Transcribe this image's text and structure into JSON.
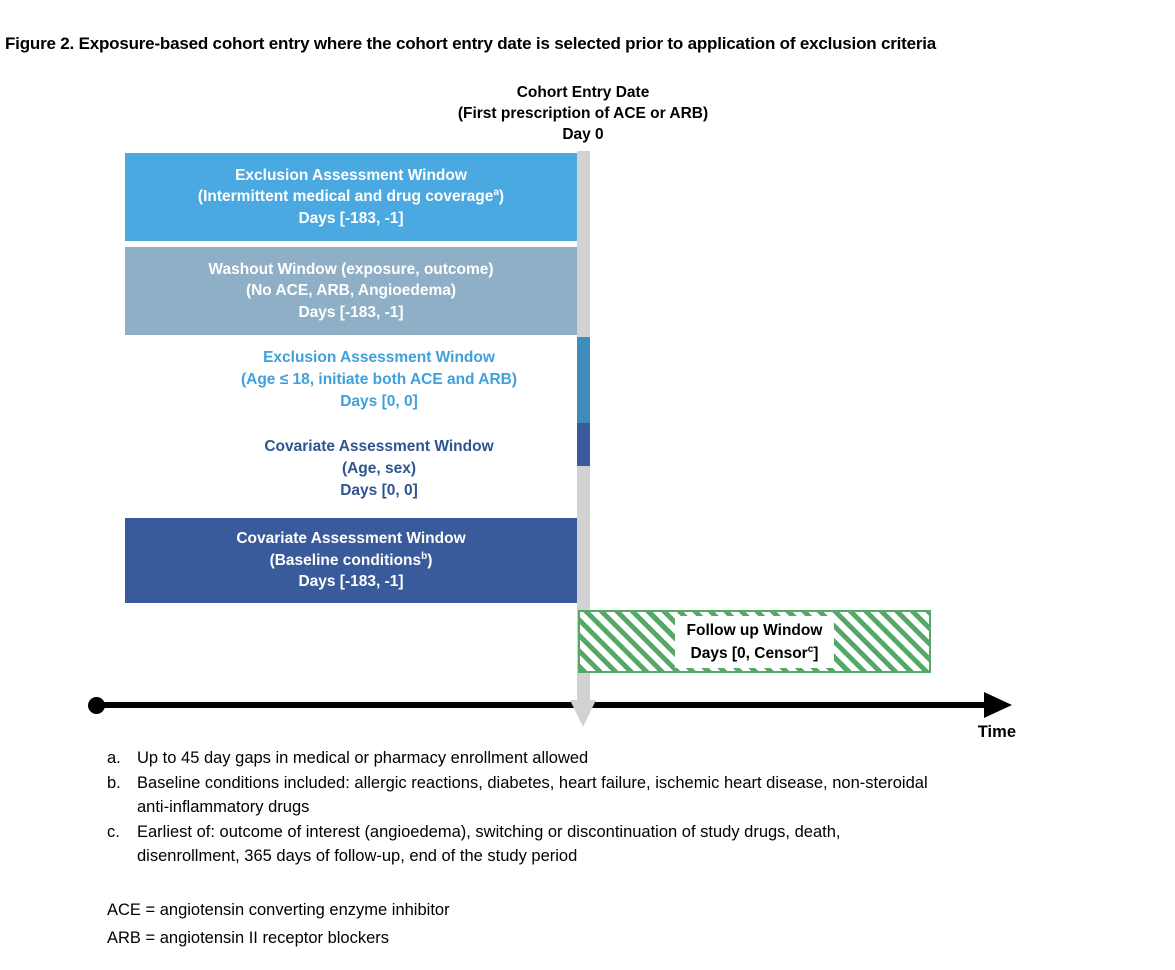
{
  "title": "Figure 2. Exposure-based cohort entry where the cohort entry date is selected prior to application of exclusion criteria",
  "colors": {
    "light_blue": "#4BA9E1",
    "light_blue_text": "#41A0DB",
    "gray_blue": "#8FAFC6",
    "medium_blue": "#3E8CBA",
    "dark_blue": "#3A5B9B",
    "dark_blue_text": "#2E5593",
    "green": "#55A868",
    "gray_bar": "#D2D2D2"
  },
  "cohort_entry": {
    "line1": "Cohort Entry Date",
    "line2": "(First prescription of ACE or ARB)",
    "line3": "Day 0"
  },
  "windows": {
    "exclusion_coverage": {
      "line1": "Exclusion Assessment Window",
      "line2_pre": "(Intermittent medical and drug coverage",
      "line2_sup": "a",
      "line2_post": ")",
      "line3": "Days [-183, -1]"
    },
    "washout": {
      "line1": "Washout Window (exposure, outcome)",
      "line2": "(No ACE, ARB, Angioedema)",
      "line3": "Days [-183, -1]"
    },
    "exclusion_age": {
      "line1": "Exclusion Assessment Window",
      "line2": "(Age ≤ 18, initiate both ACE and ARB)",
      "line3": "Days [0, 0]"
    },
    "covariate_age_sex": {
      "line1": "Covariate Assessment Window",
      "line2": "(Age, sex)",
      "line3": "Days [0, 0]"
    },
    "covariate_baseline": {
      "line1": "Covariate Assessment Window",
      "line2_pre": "(Baseline conditions",
      "line2_sup": "b",
      "line2_post": ")",
      "line3": "Days [-183, -1]"
    },
    "followup": {
      "line1": "Follow up Window",
      "line2_pre": "Days [0, Censor",
      "line2_sup": "c",
      "line2_post": "]"
    }
  },
  "timeline": {
    "label": "Time"
  },
  "footnotes": [
    {
      "marker": "a.",
      "text": "Up to 45 day gaps in medical or pharmacy enrollment allowed"
    },
    {
      "marker": "b.",
      "text": "Baseline conditions included: allergic reactions, diabetes, heart failure, ischemic heart disease, non-steroidal\nanti-inflammatory drugs"
    },
    {
      "marker": "c.",
      "text": "Earliest of: outcome of interest (angioedema), switching or discontinuation of study drugs, death,\ndisenrollment, 365 days of follow-up, end of the study period"
    }
  ],
  "abbreviations": "ACE = angiotensin converting enzyme inhibitor\nARB = angiotensin II receptor blockers"
}
